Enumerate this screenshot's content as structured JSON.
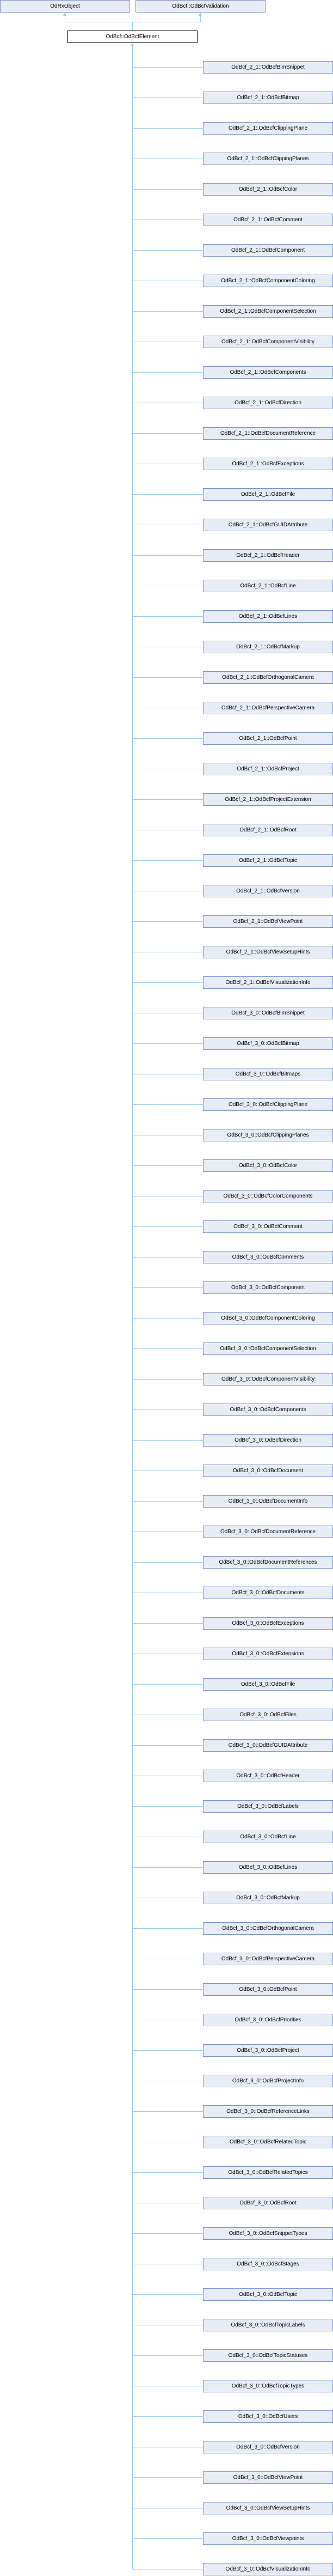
{
  "bases": [
    "OdRxObject",
    "OdBcf::OdBcfValidation"
  ],
  "current": "OdBcf::OdBcfElement",
  "derived": [
    "OdBcf_2_1::OdBcfBimSnippet",
    "OdBcf_2_1::OdBcfBitmap",
    "OdBcf_2_1::OdBcfClippingPlane",
    "OdBcf_2_1::OdBcfClippingPlanes",
    "OdBcf_2_1::OdBcfColor",
    "OdBcf_2_1::OdBcfComment",
    "OdBcf_2_1::OdBcfComponent",
    "OdBcf_2_1::OdBcfComponentColoring",
    "OdBcf_2_1::OdBcfComponentSelection",
    "OdBcf_2_1::OdBcfComponentVisibility",
    "OdBcf_2_1::OdBcfComponents",
    "OdBcf_2_1::OdBcfDirection",
    "OdBcf_2_1::OdBcfDocumentReference",
    "OdBcf_2_1::OdBcfExceptions",
    "OdBcf_2_1::OdBcfFile",
    "OdBcf_2_1::OdBcfGUIDAttribute",
    "OdBcf_2_1::OdBcfHeader",
    "OdBcf_2_1::OdBcfLine",
    "OdBcf_2_1::OdBcfLines",
    "OdBcf_2_1::OdBcfMarkup",
    "OdBcf_2_1::OdBcfOrthogonalCamera",
    "OdBcf_2_1::OdBcfPerspectiveCamera",
    "OdBcf_2_1::OdBcfPoint",
    "OdBcf_2_1::OdBcfProject",
    "OdBcf_2_1::OdBcfProjectExtension",
    "OdBcf_2_1::OdBcfRoot",
    "OdBcf_2_1::OdBcfTopic",
    "OdBcf_2_1::OdBcfVersion",
    "OdBcf_2_1::OdBcfViewPoint",
    "OdBcf_2_1::OdBcfViewSetupHints",
    "OdBcf_2_1::OdBcfVisualizationInfo",
    "OdBcf_3_0::OdBcfBimSnippet",
    "OdBcf_3_0::OdBcfBitmap",
    "OdBcf_3_0::OdBcfBitmaps",
    "OdBcf_3_0::OdBcfClippingPlane",
    "OdBcf_3_0::OdBcfClippingPlanes",
    "OdBcf_3_0::OdBcfColor",
    "OdBcf_3_0::OdBcfColorComponents",
    "OdBcf_3_0::OdBcfComment",
    "OdBcf_3_0::OdBcfComments",
    "OdBcf_3_0::OdBcfComponent",
    "OdBcf_3_0::OdBcfComponentColoring",
    "OdBcf_3_0::OdBcfComponentSelection",
    "OdBcf_3_0::OdBcfComponentVisibility",
    "OdBcf_3_0::OdBcfComponents",
    "OdBcf_3_0::OdBcfDirection",
    "OdBcf_3_0::OdBcfDocument",
    "OdBcf_3_0::OdBcfDocumentInfo",
    "OdBcf_3_0::OdBcfDocumentReference",
    "OdBcf_3_0::OdBcfDocumentReferences",
    "OdBcf_3_0::OdBcfDocuments",
    "OdBcf_3_0::OdBcfExceptions",
    "OdBcf_3_0::OdBcfExtensions",
    "OdBcf_3_0::OdBcfFile",
    "OdBcf_3_0::OdBcfFiles",
    "OdBcf_3_0::OdBcfGUIDAttribute",
    "OdBcf_3_0::OdBcfHeader",
    "OdBcf_3_0::OdBcfLabels",
    "OdBcf_3_0::OdBcfLine",
    "OdBcf_3_0::OdBcfLines",
    "OdBcf_3_0::OdBcfMarkup",
    "OdBcf_3_0::OdBcfOrthogonalCamera",
    "OdBcf_3_0::OdBcfPerspectiveCamera",
    "OdBcf_3_0::OdBcfPoint",
    "OdBcf_3_0::OdBcfPriorities",
    "OdBcf_3_0::OdBcfProject",
    "OdBcf_3_0::OdBcfProjectInfo",
    "OdBcf_3_0::OdBcfReferenceLinks",
    "OdBcf_3_0::OdBcfRelatedTopic",
    "OdBcf_3_0::OdBcfRelatedTopics",
    "OdBcf_3_0::OdBcfRoot",
    "OdBcf_3_0::OdBcfSnippetTypes",
    "OdBcf_3_0::OdBcfStages",
    "OdBcf_3_0::OdBcfTopic",
    "OdBcf_3_0::OdBcfTopicLabels",
    "OdBcf_3_0::OdBcfTopicStatuses",
    "OdBcf_3_0::OdBcfTopicTypes",
    "OdBcf_3_0::OdBcfUsers",
    "OdBcf_3_0::OdBcfVersion",
    "OdBcf_3_0::OdBcfViewPoint",
    "OdBcf_3_0::OdBcfViewSetupHints",
    "OdBcf_3_0::OdBcfViewpoints",
    "OdBcf_3_0::OdBcfVisualizationInfo"
  ]
}
